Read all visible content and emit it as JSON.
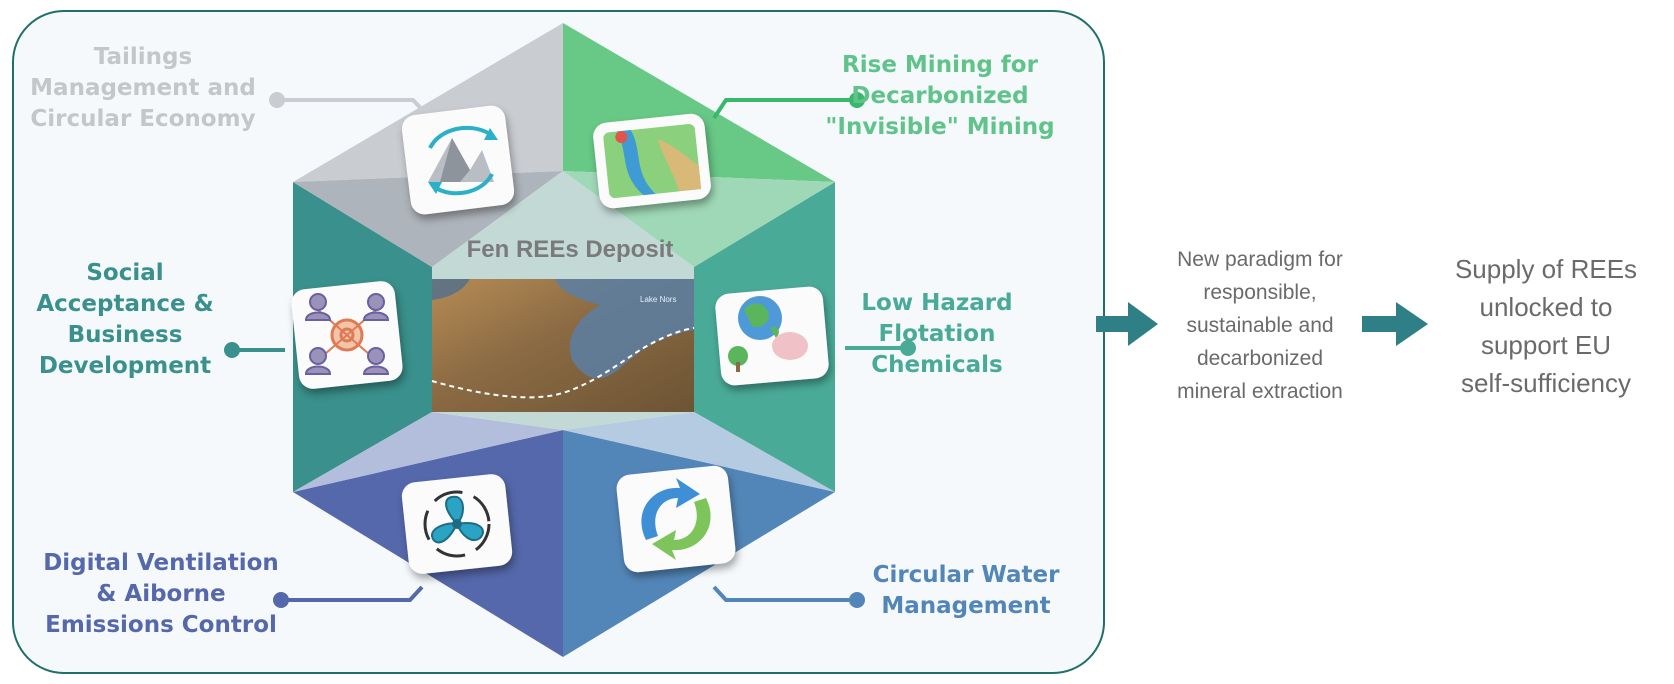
{
  "center": {
    "title": "Fen REEs Deposit",
    "map_label": "Lake Nors"
  },
  "topics": [
    {
      "id": "tailings",
      "text": "Tailings\nManagement and\nCircular Economy",
      "color": "#c9ccd1",
      "icon": "mountain-cycle-icon"
    },
    {
      "id": "rise",
      "text": "Rise Mining for\nDecarbonized\n\"Invisible\" Mining",
      "color": "#68c886",
      "icon": "terrain-map-icon"
    },
    {
      "id": "social",
      "text": "Social\nAcceptance &\nBusiness\nDevelopment",
      "color": "#3a908c",
      "icon": "people-network-icon"
    },
    {
      "id": "flotation",
      "text": "Low Hazard\nFlotation\nChemicals",
      "color": "#4aaa98",
      "icon": "globe-plant-icon"
    },
    {
      "id": "ventilation",
      "text": "Digital Ventilation\n& Aiborne\nEmissions Control",
      "color": "#5568ab",
      "icon": "fan-icon"
    },
    {
      "id": "water",
      "text": "Circular Water\nManagement",
      "color": "#5386b8",
      "icon": "water-cycle-icon"
    }
  ],
  "outcome_mid": "New paradigm for\nresponsible,\nsustainable and\ndecarbonized\nmineral extraction",
  "outcome_final": "Supply of REEs\nunlocked to\nsupport EU\nself-sufficiency",
  "colors": {
    "frame": "#1f6f6a",
    "arrow": "#2e7f86"
  }
}
